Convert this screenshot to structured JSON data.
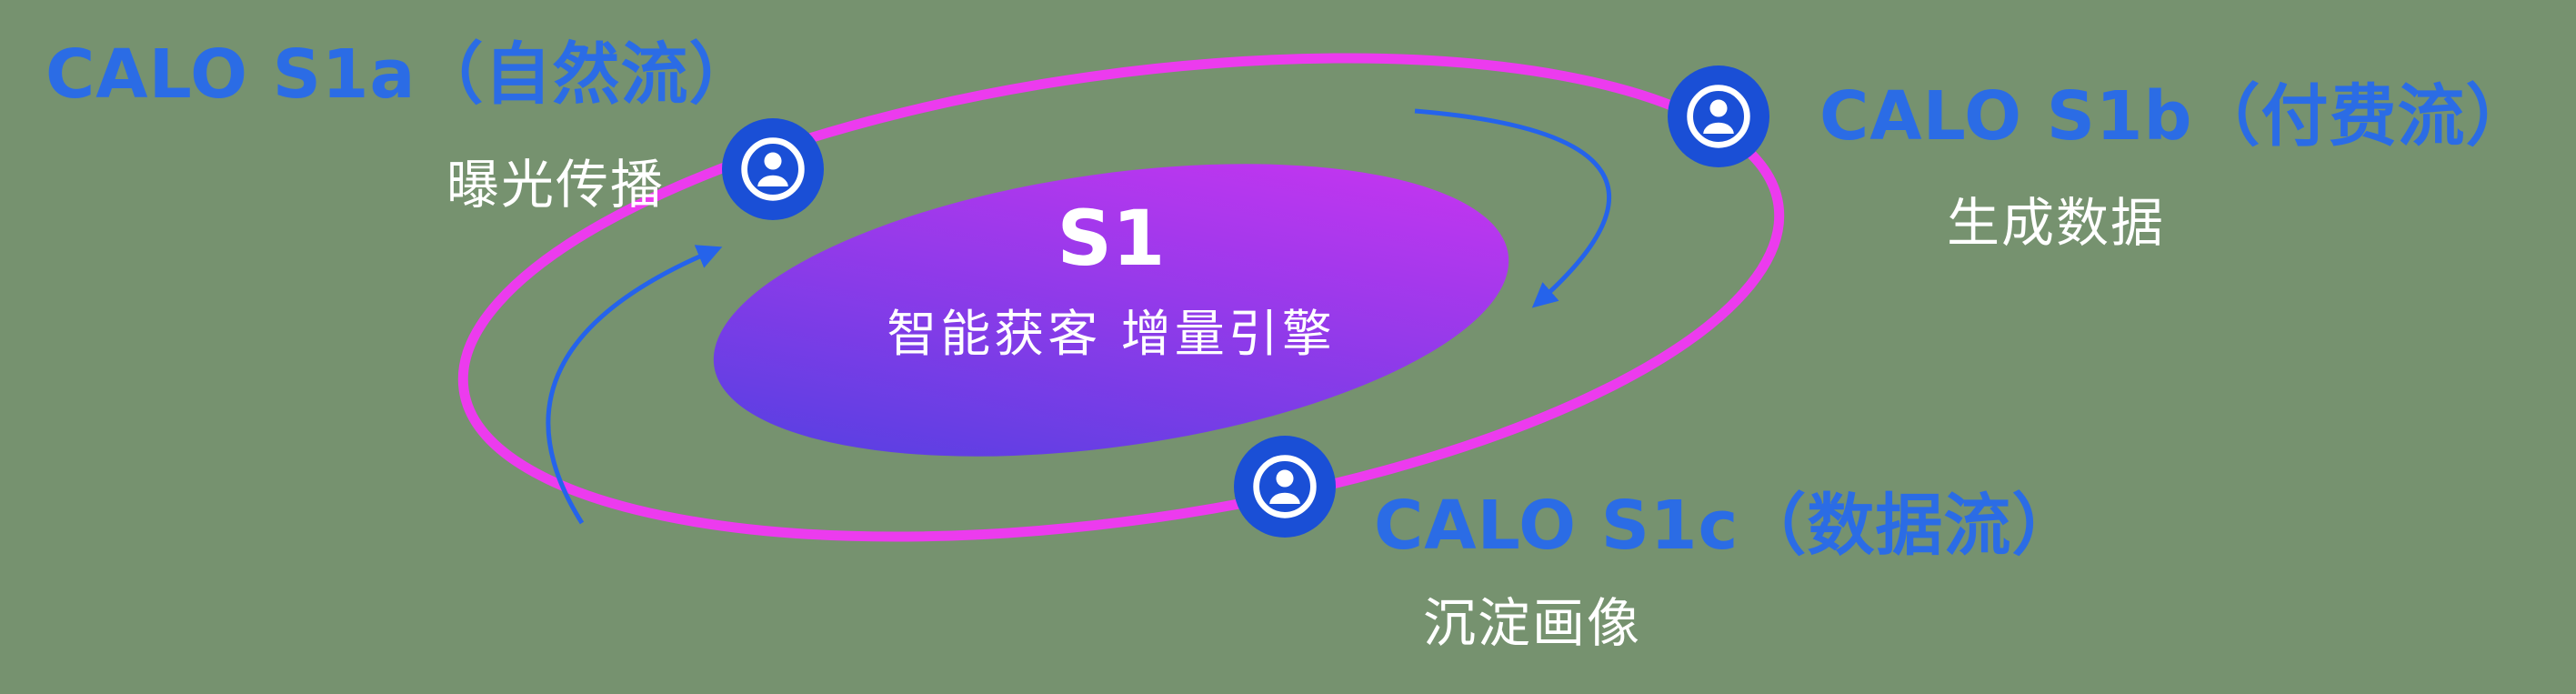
{
  "center": {
    "title": "S1",
    "subtitle": "智能获客  增量引擎"
  },
  "nodes": [
    {
      "id": "s1a",
      "title": "CALO S1a（自然流）",
      "subtitle": "曝光传播",
      "icon": "person-icon"
    },
    {
      "id": "s1b",
      "title": "CALO S1b（付费流）",
      "subtitle": "生成数据",
      "icon": "person-icon"
    },
    {
      "id": "s1c",
      "title": "CALO S1c（数据流）",
      "subtitle": "沉淀画像",
      "icon": "person-icon"
    }
  ],
  "colors": {
    "background": "#76926f",
    "orbit_ring": "#ec3bee",
    "core_gradient_start": "#4a41e0",
    "core_gradient_end": "#d334f2",
    "icon_bg": "#1a4fd6",
    "icon_glyph": "#ffffff",
    "label_blue": "#2b6ce5",
    "arrow": "#2563eb",
    "text_white": "#ffffff"
  }
}
